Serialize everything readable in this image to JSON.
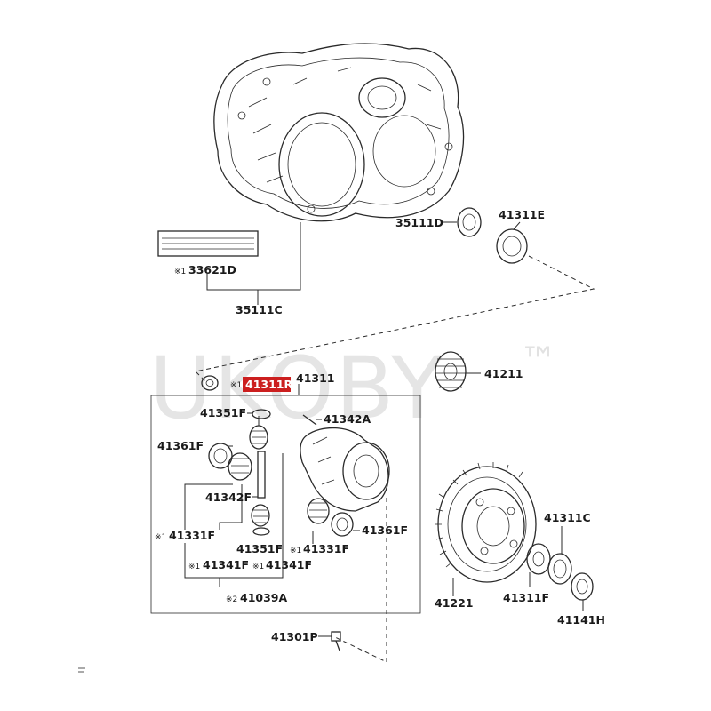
{
  "watermark": {
    "text": "UKOBY",
    "trademark": "™"
  },
  "highlight_color": "#cc1f1f",
  "labels": {
    "p35111D": "35111D",
    "p41311E": "41311E",
    "p33621D": "33621D",
    "p35111C": "35111C",
    "p41311R": "41311R",
    "p41311": "41311",
    "p41211": "41211",
    "p41351F_top": "41351F",
    "p41342A": "41342A",
    "p41361F_left": "41361F",
    "p41342F": "41342F",
    "p41331F_left": "41331F",
    "p41351F_bottom": "41351F",
    "p41331F_right": "41331F",
    "p41361F_right": "41361F",
    "p41341F_left": "41341F",
    "p41341F_right": "41341F",
    "p41039A": "41039A",
    "p41301P": "41301P",
    "p41311C": "41311C",
    "p41221": "41221",
    "p41311F": "41311F",
    "p41141H": "41141H"
  },
  "marks": {
    "m33621D": "※1",
    "m41311R": "※1",
    "m41331F_left": "※1",
    "m41331F_right": "※1",
    "m41341F_left": "※1",
    "m41341F_right": "※1",
    "m41039A": "※2"
  }
}
